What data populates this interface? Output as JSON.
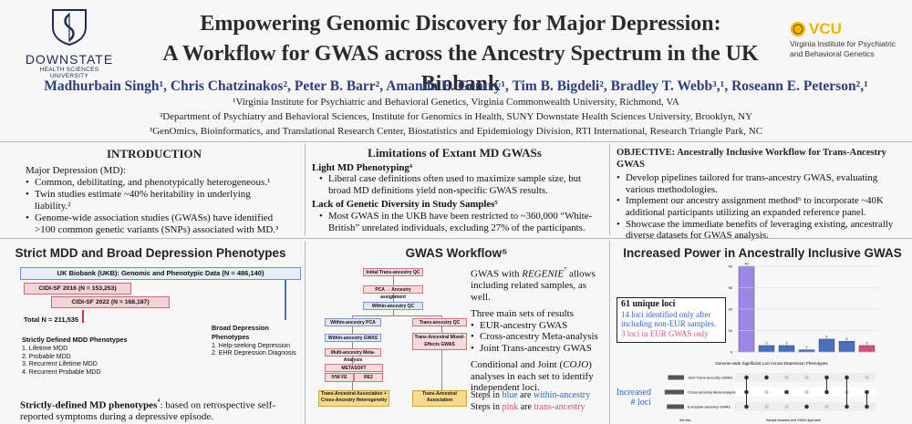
{
  "header": {
    "logo_left": {
      "name": "DOWNSTATE",
      "sub": "HEALTH SCIENCES UNIVERSITY"
    },
    "title_line1": "Empowering Genomic Discovery for Major Depression:",
    "title_line2": "A Workflow for GWAS across the Ancestry Spectrum in the UK Biobank",
    "logo_right": {
      "mark": "VCU",
      "sub_line1": "Virginia Institute for Psychiatric",
      "sub_line2": "and Behavioral Genetics"
    },
    "authors": "Madhurbain Singh¹, Chris Chatzinakos², Peter B. Barr², Amanda E. Gentry¹, Tim B. Bigdeli², Bradley T. Webb³,¹, Roseann E. Peterson²,¹",
    "affiliations": [
      "¹Virginia Institute for Psychiatric and Behavioral Genetics, Virginia Commonwealth University, Richmond, VA",
      "²Department of Psychiatry and Behavioral Sciences, Institute for Genomics in Health, SUNY Downstate Health Sciences University, Brooklyn, NY",
      "³GenOmics, Bioinformatics, and Translational Research Center, Biostatistics and Epidemiology Division, RTI International, Research Triangle Park, NC"
    ]
  },
  "intro": {
    "title": "INTRODUCTION",
    "lead": "Major Depression (MD):",
    "bullets": [
      "Common, debilitating, and phenotypically heterogeneous.¹",
      "Twin studies estimate ~40% heritability in underlying liability.²",
      "Genome-wide association studies (GWASs) have identified >100 common genetic variants (SNPs) associated with MD.³"
    ]
  },
  "limits": {
    "title": "Limitations of Extant MD GWASs",
    "sub1": "Light MD Phenotyping⁴",
    "bullets1": [
      "Liberal case definitions often used to maximize sample size, but broad MD definitions yield non-specific GWAS results."
    ],
    "sub2": "Lack of Genetic Diversity in Study Samples⁵",
    "bullets2": [
      "Most GWAS in the UKB have been restricted to ~360,000 “White-British” unrelated individuals, excluding 27% of the participants."
    ]
  },
  "objective": {
    "title": "OBJECTIVE: Ancestrally Inclusive Workflow for Trans-Ancestry GWAS",
    "bullets": [
      "Develop pipelines tailored for trans-ancestry GWAS, evaluating various methodologies.",
      "Implement our ancestry assignment method⁶ to incorporate ~40K additional participants utilizing an expanded reference panel.",
      "Showcase the immediate benefits of leveraging existing, ancestrally diverse datasets for GWAS analysis."
    ]
  },
  "strict": {
    "title": "Strict MDD and Broad Depression Phenotypes",
    "ukb": "UK Biobank (UKB): Genomic and Phenotypic Data (N = 486,140)",
    "cidi1": "CIDI-SF 2016 (N = 153,253)",
    "cidi2": "CIDI-SF 2022 (N = 168,187)",
    "total": "Total N = 211,535",
    "left_title": "Strictly Defined MDD Phenotypes",
    "left_items": [
      "1. Lifetime MDD",
      "2. Probable MDD",
      "3. Recurrent Lifetime MDD",
      "4. Recurrent Probable MDD"
    ],
    "right_title": "Broad Depression Phenotypes",
    "right_items": [
      "1. Help-seeking Depression",
      "2. EHR Depression Diagnosis"
    ],
    "def_bold": "Strictly-defined MD phenotypes",
    "def_sup": "⁴",
    "def_rest": ": based on retrospective self-reported symptoms during a depressive episode."
  },
  "gwas": {
    "title": "GWAS Workflow⁵",
    "nodes": {
      "n1": "Initial Trans-ancestry QC",
      "n2": "PCA → Ancestry assignment",
      "n3": "Within-ancestry QC",
      "n4": "Within-ancestry PCA",
      "n5": "Trans-ancestry QC",
      "n6": "Within-ancestry GWAS",
      "n7": "Trans-Ancestral Mixed-Effects GWAS",
      "n8": "Multi-ancestry Meta-Analysis",
      "n9": "METASOFT",
      "n10": "IVW FE",
      "n11": "RE2",
      "n12": "Trans-Ancestral Association + Cross-Ancestry Heterogeneity",
      "n13": "Trans-Ancestral Association"
    },
    "text_p1a": "GWAS with ",
    "text_p1i": "REGENIE",
    "text_p1sup": "⁷",
    "text_p1b": " allows including related samples, as well.",
    "text_p2": "Three main sets of results",
    "results": [
      "EUR-ancestry GWAS",
      "Cross-ancestry Meta-analysis",
      "Joint Trans-ancestry GWAS"
    ],
    "text_p3a": "Conditional and Joint (",
    "text_p3i": "COJO",
    "text_p3b": ") analyses in each set to identify independent loci.",
    "steps_pre": "Steps in ",
    "steps_blue": "blue",
    "steps_mid1": " are ",
    "steps_blue2": "within-ancestry",
    "steps_pink": "pink",
    "steps_pink2": "trans-ancestry"
  },
  "power": {
    "title": "Increased Power in Ancestrally Inclusive GWAS",
    "box_title": "61 unique loci",
    "box_blue": "14 loci identified only after including non-EUR samples.",
    "box_pink": "3 loci in EUR GWAS only",
    "upset_title": "Genome-wide Significant Loci Across Depression Phenotypes",
    "increased": "Increased # loci",
    "row_labels": [
      "Joint Trans-ancestry GWAS",
      "Cross-ancestry Meta-analysis",
      "European-ancestry GWAS"
    ],
    "xlabel_left": "Set size",
    "xlabel_right": "Sample Ancestry and GWAS Approach"
  },
  "chart_data": {
    "type": "bar",
    "title": "",
    "categories": [
      "1",
      "2",
      "3",
      "4",
      "5",
      "6",
      "7"
    ],
    "values": [
      40,
      3,
      3,
      1,
      6,
      5,
      3
    ],
    "ylim": [
      0,
      40
    ],
    "yticks": [
      0,
      10,
      20,
      30,
      40
    ],
    "bar_colors": [
      "#9b87e6",
      "#4a6fc0",
      "#4a6fc0",
      "#4a6fc0",
      "#4a6fc0",
      "#4a6fc0",
      "#d84e76"
    ],
    "set_sizes": [
      44,
      53,
      47
    ],
    "grid": true
  },
  "colors": {
    "title_blue": "#2a3f7a",
    "pink": "#d84e76",
    "blue": "#2f67c6"
  }
}
